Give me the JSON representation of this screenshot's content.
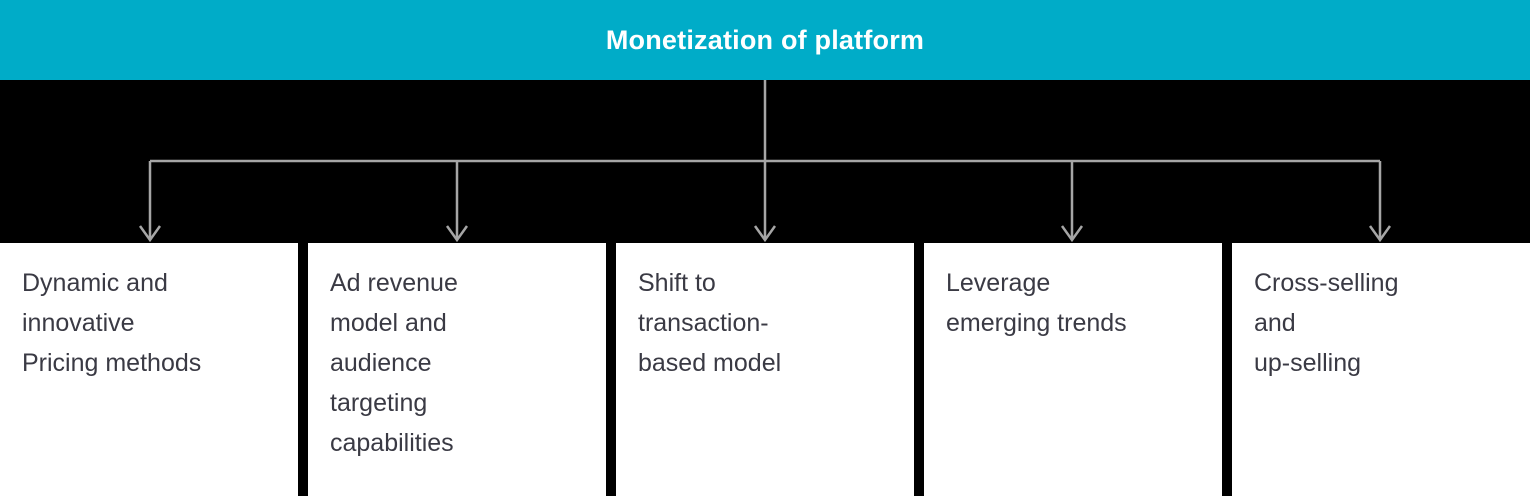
{
  "header": {
    "title": "Monetization of platform",
    "background_color": "#00acc8",
    "text_color": "#ffffff"
  },
  "canvas": {
    "background_color": "#000000",
    "connector_color": "#a6a6a6"
  },
  "diagram": {
    "type": "top-down-tree",
    "parent": "Monetization of platform",
    "branch_count": 5,
    "box_background_color": "#ffffff",
    "box_text_color": "#3a3a44",
    "boxes": [
      {
        "text": "Dynamic and\ninnovative\nPricing methods"
      },
      {
        "text": "Ad revenue\nmodel and\naudience\ntargeting\ncapabilities"
      },
      {
        "text": "Shift to\ntransaction-\nbased model"
      },
      {
        "text": "Leverage\nemerging trends"
      },
      {
        "text": "Cross-selling\nand\nup-selling"
      }
    ]
  }
}
